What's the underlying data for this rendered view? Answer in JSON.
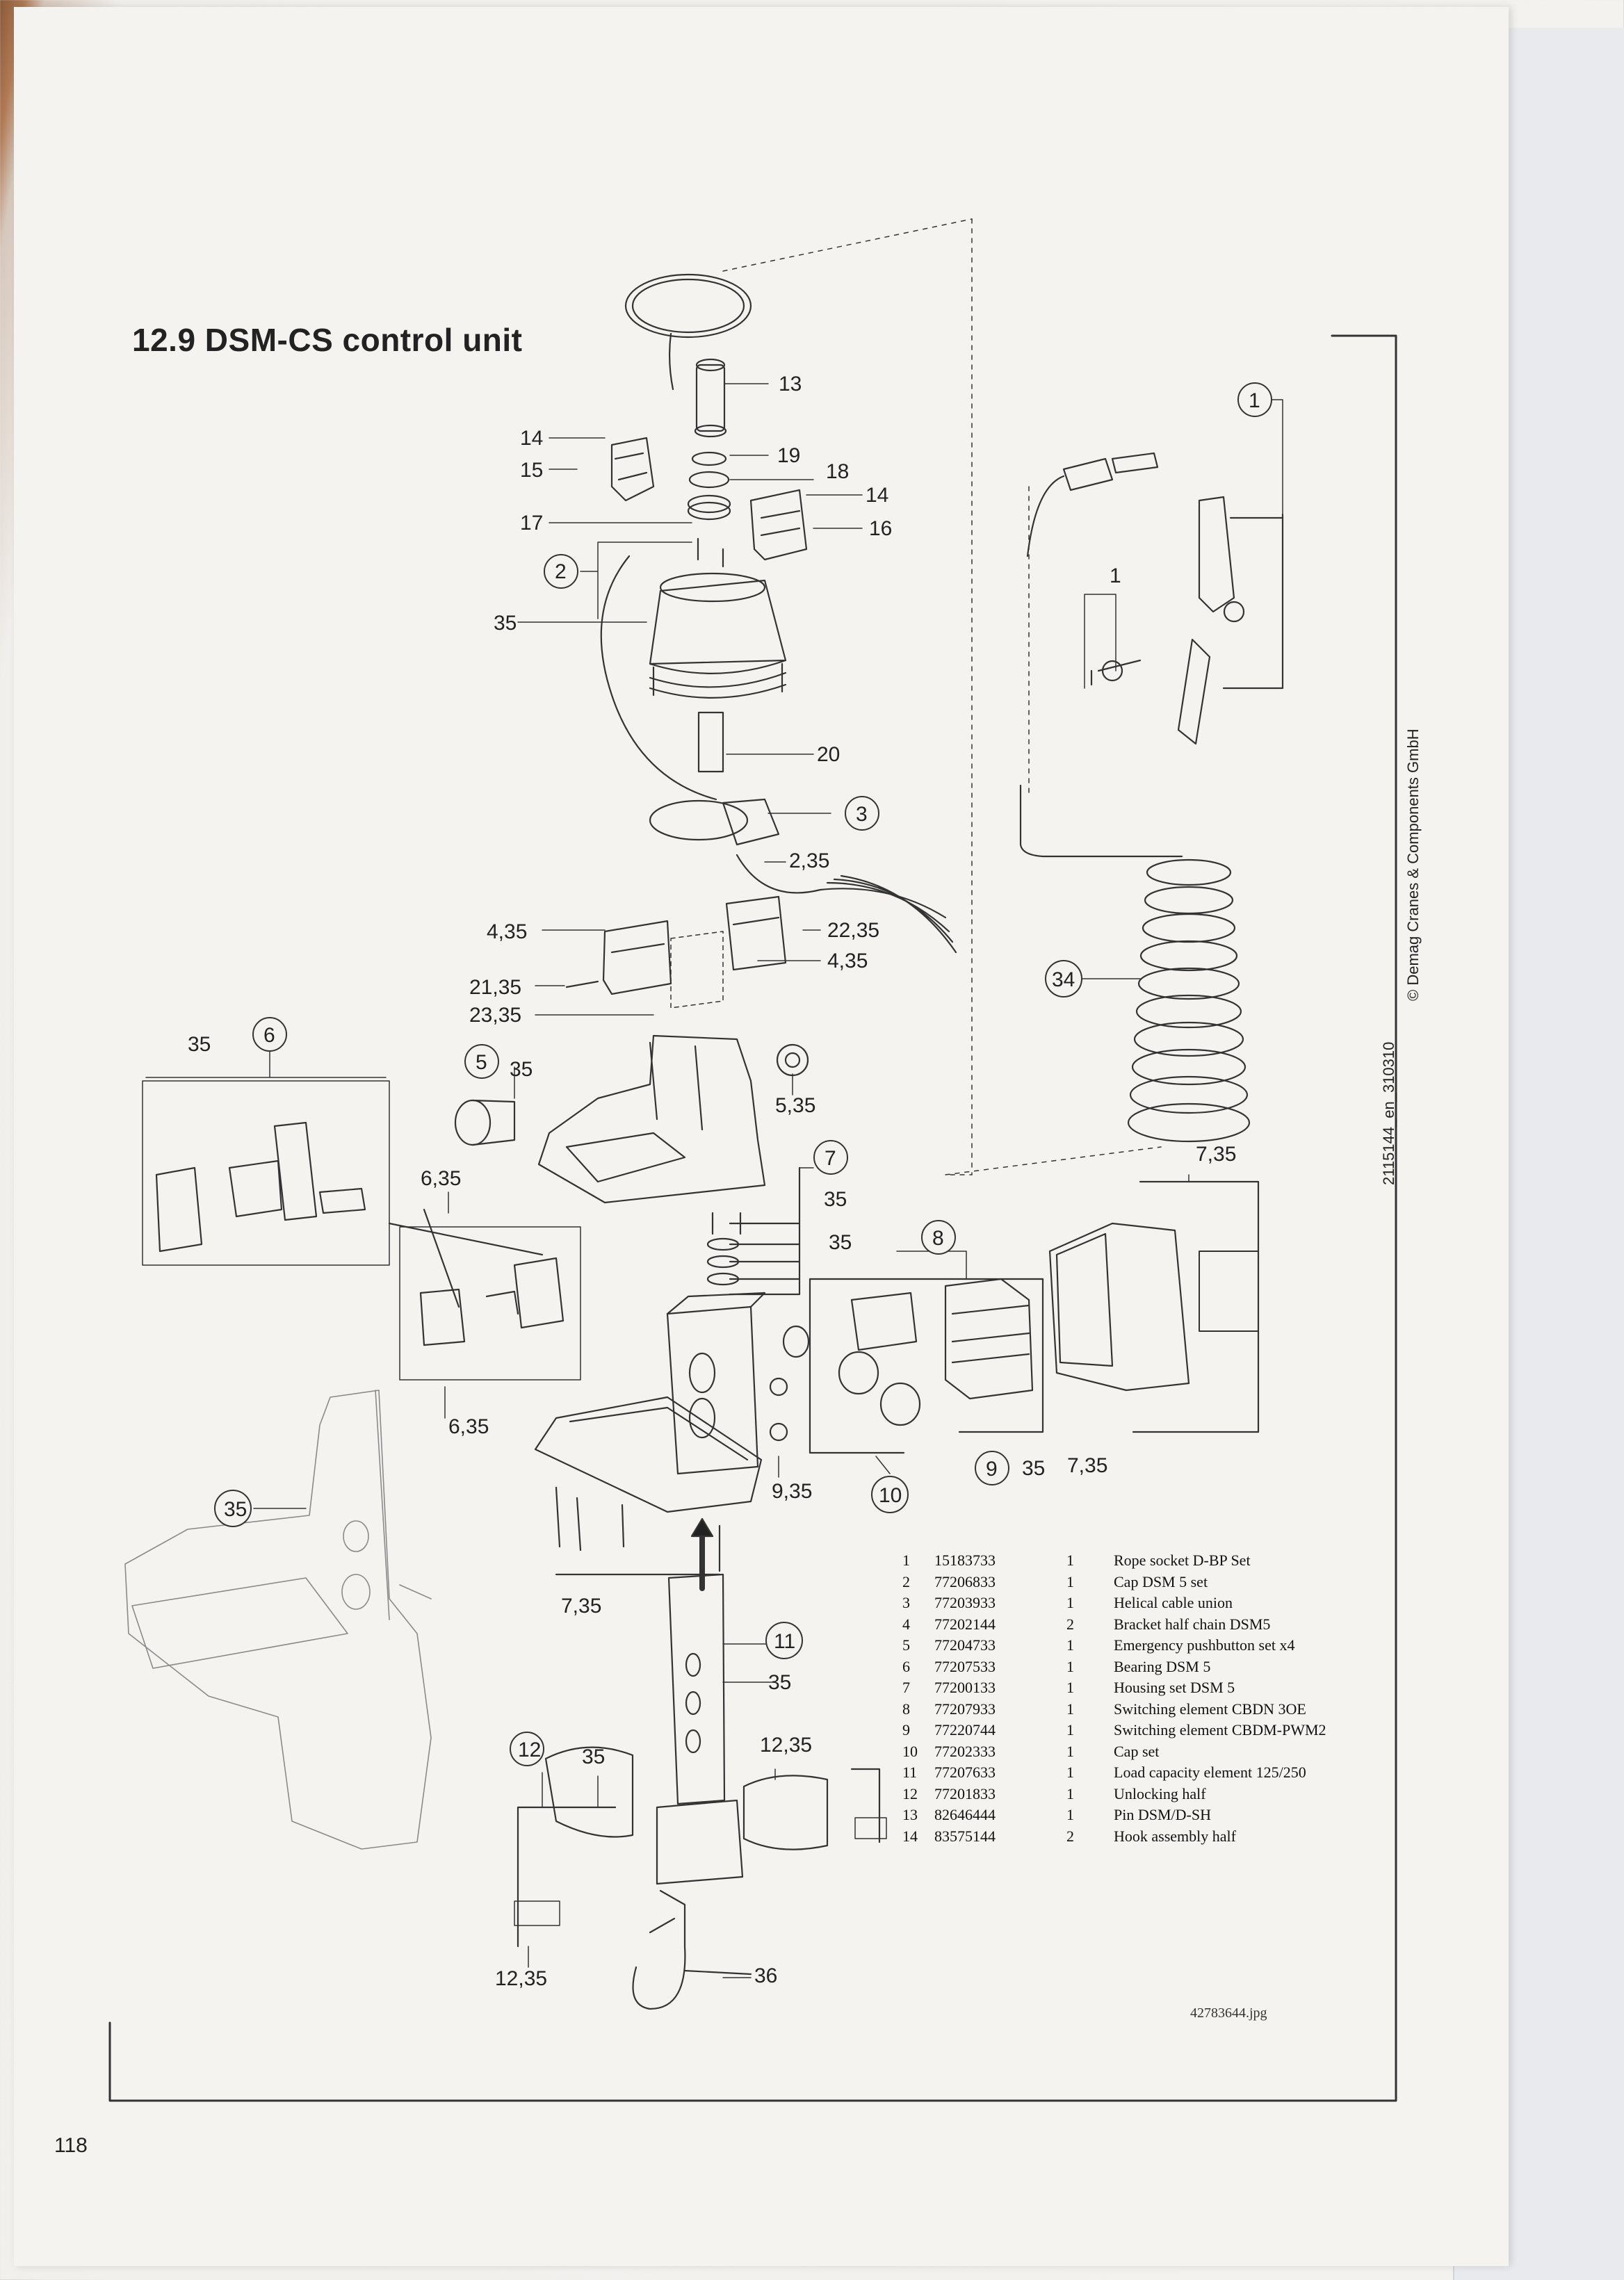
{
  "page": {
    "title": "12.9 DSM-CS control unit",
    "page_number": "118",
    "side_text_code": "2115144_en_310310",
    "side_text_copyright": "© Demag Cranes & Components GmbH",
    "image_reference": "42783644.jpg"
  },
  "callouts": {
    "c13": "13",
    "c14a": "14",
    "c15": "15",
    "c19": "19",
    "c18": "18",
    "c14b": "14",
    "c17": "17",
    "c16": "16",
    "c2": "2",
    "c35a": "35",
    "c20": "20",
    "c3": "3",
    "c2_35": "2,35",
    "c4_35a": "4,35",
    "c22_35": "22,35",
    "c4_35b": "4,35",
    "c21_35": "21,35",
    "c23_35": "23,35",
    "c1a": "1",
    "c1b": "1",
    "c34": "34",
    "c35b": "35",
    "c6": "6",
    "c5": "5",
    "c35c": "35",
    "c5_35": "5,35",
    "c6_35a": "6,35",
    "c7": "7",
    "c35d": "35",
    "c35e": "35",
    "c8": "8",
    "c7_35a": "7,35",
    "c6_35b": "6,35",
    "c35f": "35",
    "c9_35": "9,35",
    "c10": "10",
    "c9": "9",
    "c35g": "35",
    "c7_35b": "7,35",
    "c7_35c": "7,35",
    "c11": "11",
    "c35h": "35",
    "c12a": "12",
    "c35i": "35",
    "c12_35a": "12,35",
    "c12_35b": "12,35",
    "c36": "36"
  },
  "parts_list": [
    {
      "pos": "1",
      "part_no": "15183733",
      "qty": "1",
      "description": "Rope socket D-BP Set"
    },
    {
      "pos": "2",
      "part_no": "77206833",
      "qty": "1",
      "description": "Cap DSM 5 set"
    },
    {
      "pos": "3",
      "part_no": "77203933",
      "qty": "1",
      "description": "Helical cable union"
    },
    {
      "pos": "4",
      "part_no": "77202144",
      "qty": "2",
      "description": "Bracket half chain DSM5"
    },
    {
      "pos": "5",
      "part_no": "77204733",
      "qty": "1",
      "description": "Emergency pushbutton set x4"
    },
    {
      "pos": "6",
      "part_no": "77207533",
      "qty": "1",
      "description": "Bearing DSM 5"
    },
    {
      "pos": "7",
      "part_no": "77200133",
      "qty": "1",
      "description": "Housing set DSM 5"
    },
    {
      "pos": "8",
      "part_no": "77207933",
      "qty": "1",
      "description": "Switching element CBDN 3OE"
    },
    {
      "pos": "9",
      "part_no": "77220744",
      "qty": "1",
      "description": "Switching element CBDM-PWM2"
    },
    {
      "pos": "10",
      "part_no": "77202333",
      "qty": "1",
      "description": "Cap set"
    },
    {
      "pos": "11",
      "part_no": "77207633",
      "qty": "1",
      "description": "Load capacity element 125/250"
    },
    {
      "pos": "12",
      "part_no": "77201833",
      "qty": "1",
      "description": "Unlocking half"
    },
    {
      "pos": "13",
      "part_no": "82646444",
      "qty": "1",
      "description": "Pin DSM/D-SH"
    },
    {
      "pos": "14",
      "part_no": "83575144",
      "qty": "2",
      "description": "Hook assembly half"
    }
  ]
}
